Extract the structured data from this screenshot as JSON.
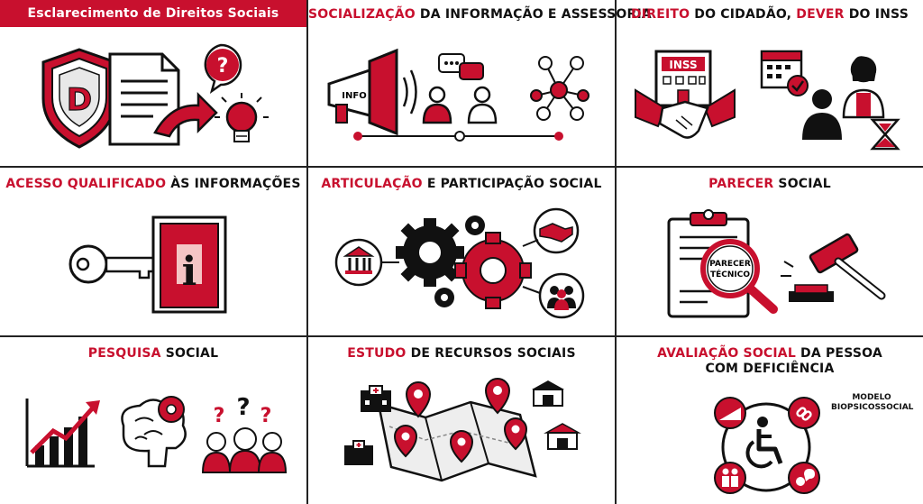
{
  "cells": [
    {
      "title_parts": [
        "Esclarecimento de Direitos Sociais"
      ],
      "labels": {
        "shield_letter": "D"
      }
    },
    {
      "title_parts": [
        "SOCIALIZAÇÃO",
        " DA INFORMAÇÃO E ASSESSORIA"
      ],
      "labels": {
        "megaphone": "INFO"
      }
    },
    {
      "title_parts": [
        "DIREITO",
        " DO CIDADÃO, ",
        "DEVER",
        " DO INSS"
      ],
      "labels": {
        "building": "INSS"
      }
    },
    {
      "title_parts": [
        "ACESSO QUALIFICADO",
        " ÀS INFORMAÇÕES"
      ],
      "labels": {
        "door_letter": "i"
      }
    },
    {
      "title_parts": [
        "ARTICULAÇÃO",
        " E PARTICIPAÇÃO SOCIAL"
      ],
      "labels": {}
    },
    {
      "title_parts": [
        "PARECER",
        " SOCIAL"
      ],
      "labels": {
        "lens_line1": "PARECER",
        "lens_line2": "TÉCNICO"
      }
    },
    {
      "title_parts": [
        "PESQUISA",
        " SOCIAL"
      ],
      "labels": {}
    },
    {
      "title_parts": [
        "ESTUDO",
        " DE RECURSOS SOCIAIS"
      ],
      "labels": {}
    },
    {
      "title_parts": [
        "AVALIAÇÃO SOCIAL",
        " DA PESSOA",
        "COM DEFICIÊNCIA"
      ],
      "labels": {
        "model_line1": "MODELO",
        "model_line2": "BIOPSICOSSOCIAL"
      }
    }
  ],
  "colors": {
    "accent": "#c8102e",
    "ink": "#111111",
    "grey": "#9a9a9a"
  }
}
